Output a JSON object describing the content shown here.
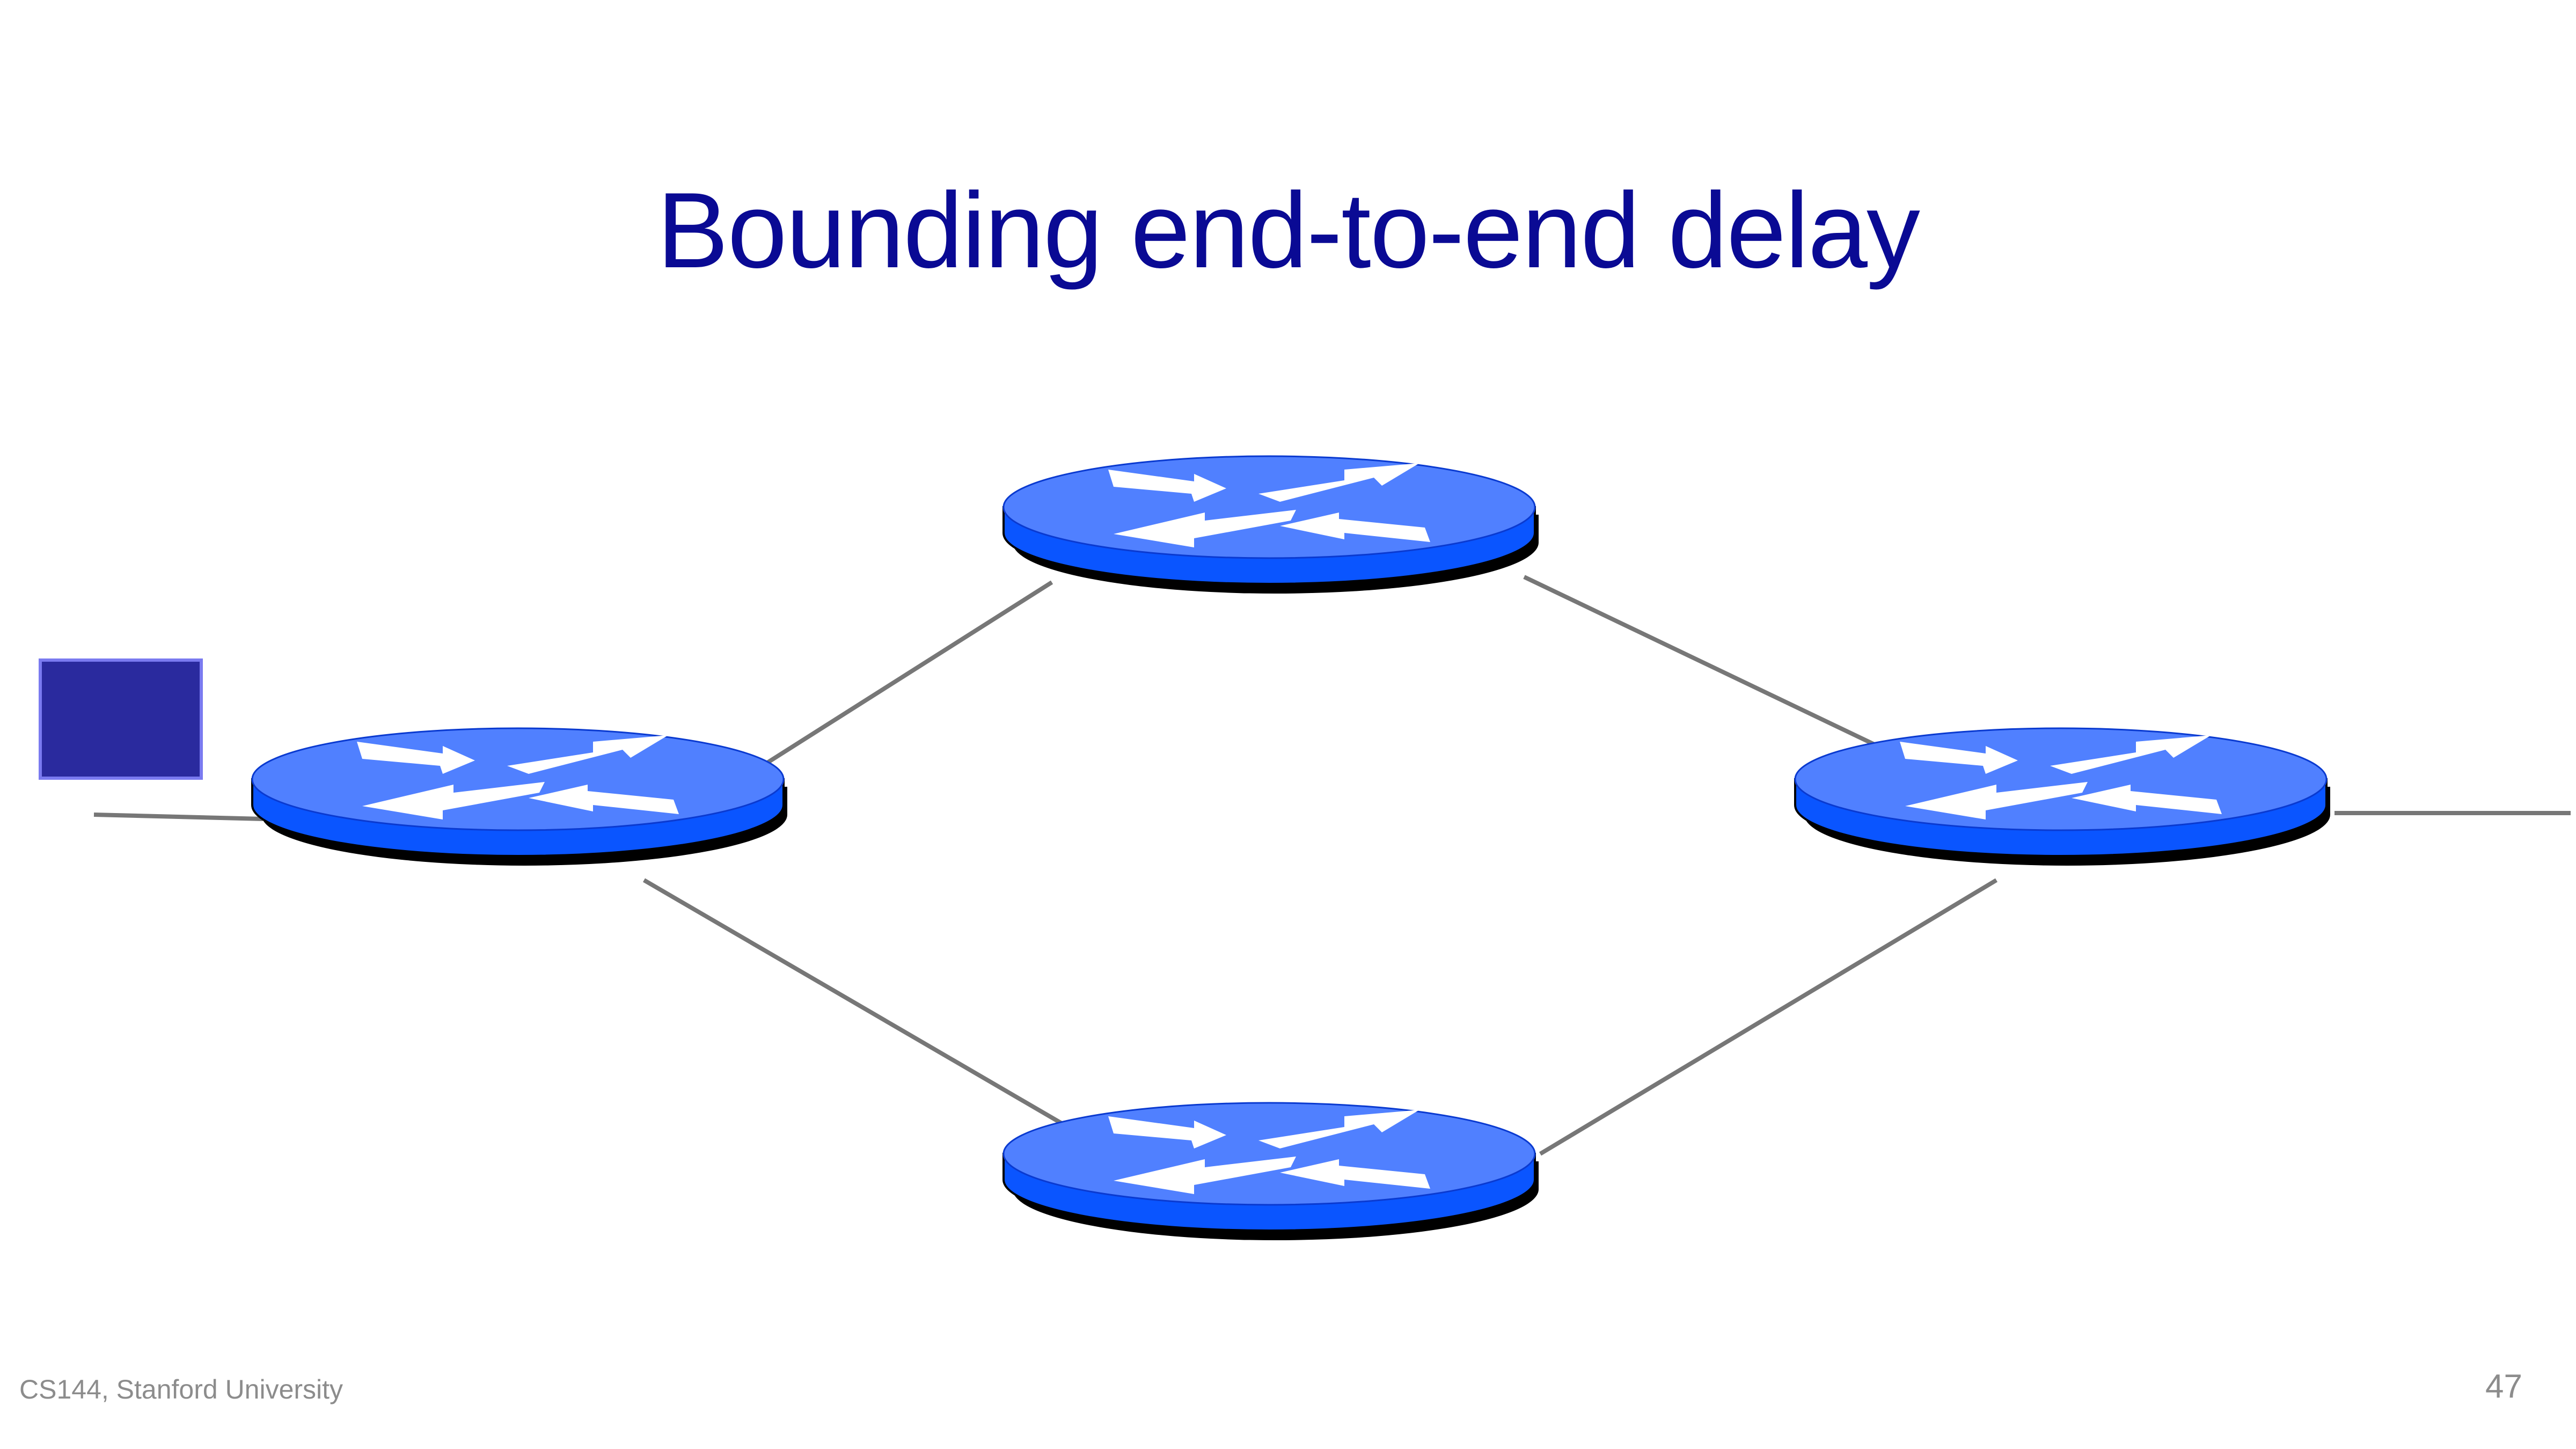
{
  "slide": {
    "title": "Bounding end-to-end delay",
    "footer_left": "CS144, Stanford University",
    "page_number": "47"
  },
  "diagram": {
    "nodes": [
      {
        "id": "router-left",
        "type": "router-icon"
      },
      {
        "id": "router-top",
        "type": "router-icon"
      },
      {
        "id": "router-bottom",
        "type": "router-icon"
      },
      {
        "id": "router-right",
        "type": "router-icon"
      },
      {
        "id": "host-square",
        "type": "host-square"
      }
    ],
    "edges": [
      {
        "from": "edge-left",
        "to": "router-left"
      },
      {
        "from": "router-left",
        "to": "router-top"
      },
      {
        "from": "router-left",
        "to": "router-bottom"
      },
      {
        "from": "router-top",
        "to": "router-right"
      },
      {
        "from": "router-bottom",
        "to": "router-right"
      },
      {
        "from": "router-right",
        "to": "edge-right"
      }
    ],
    "colors": {
      "router_top": "#5080ff",
      "router_body": "#0a55ff",
      "router_outline": "#000000",
      "arrow": "#ffffff",
      "link": "#777777",
      "host": "#2a2a9e",
      "host_border": "#7a7af0",
      "title": "#0a0a94",
      "footer": "#8c8c8c"
    }
  }
}
